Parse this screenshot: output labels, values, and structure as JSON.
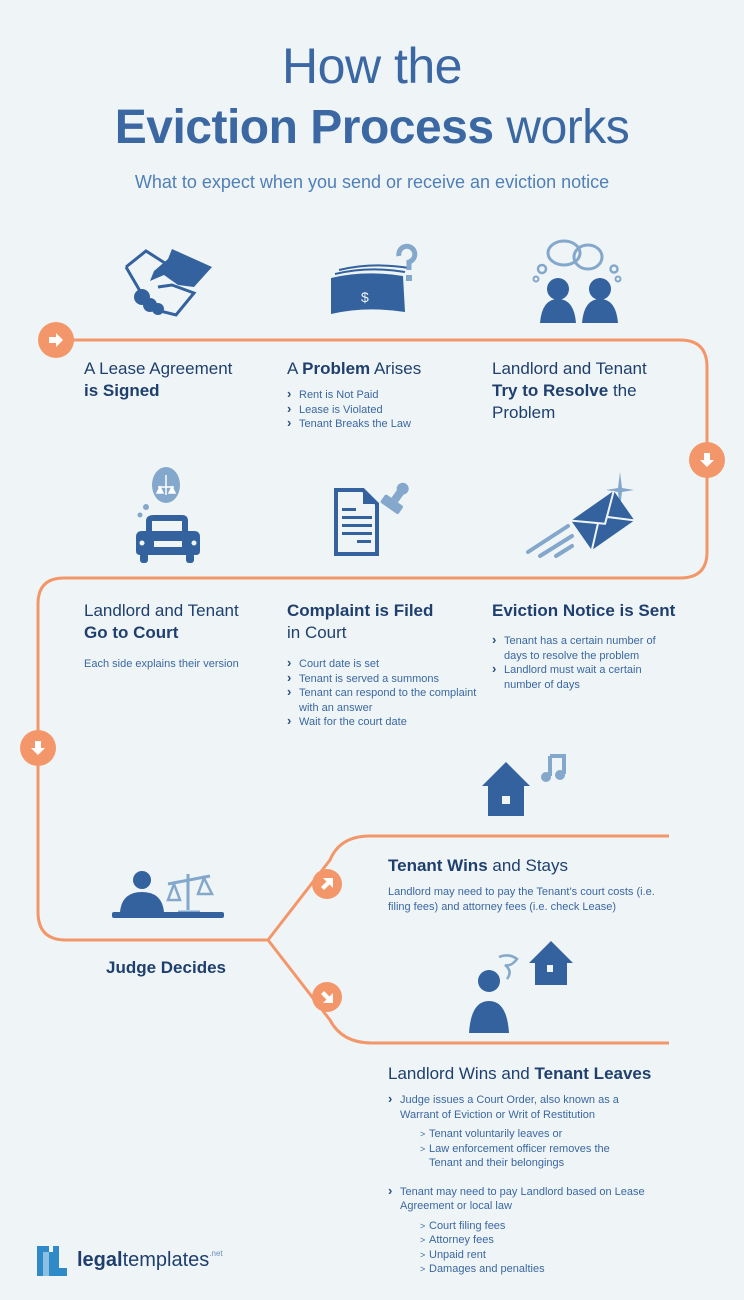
{
  "header": {
    "title_line1": "How the",
    "title_bold": "Eviction Process",
    "title_rest": "works",
    "subtitle": "What to expect when you send or receive an eviction notice"
  },
  "colors": {
    "background": "#eff5f6",
    "primary_blue": "#34629f",
    "dark_blue": "#1f3f6e",
    "light_blue": "#84a7cc",
    "orange_path": "#f3976b"
  },
  "steps": [
    {
      "icon": "handshake-icon",
      "title_pre": "A Lease Agreement",
      "title_bold": "is Signed",
      "title_post": "",
      "bullets": []
    },
    {
      "icon": "money-question-icon",
      "title_pre": "A",
      "title_bold": "Problem",
      "title_post": "Arises",
      "bullets": [
        "Rent is Not Paid",
        "Lease is Violated",
        "Tenant Breaks the Law"
      ]
    },
    {
      "icon": "two-people-talking-icon",
      "title_pre": "Landlord and Tenant",
      "title_bold": "Try to Resolve",
      "title_post": "the Problem",
      "bullets": []
    },
    {
      "icon": "envelope-sent-icon",
      "title_pre": "",
      "title_bold": "Eviction Notice is Sent",
      "title_post": "",
      "bullets": [
        "Tenant has a certain number of days to resolve the problem",
        "Landlord must wait a certain number of days"
      ]
    },
    {
      "icon": "document-stamp-icon",
      "title_pre": "",
      "title_bold": "Complaint is Filed",
      "title_post": "in Court",
      "bullets": [
        "Court date is set",
        "Tenant is served a summons",
        "Tenant can respond to the complaint with an answer",
        "Wait for the court date"
      ]
    },
    {
      "icon": "car-scales-icon",
      "title_pre": "Landlord and Tenant",
      "title_bold": "Go to Court",
      "title_post": "",
      "desc": "Each side explains their version"
    },
    {
      "icon": "judge-scales-icon",
      "title_bold": "Judge Decides"
    }
  ],
  "outcomes": {
    "tenant_wins": {
      "icon": "house-music-icon",
      "title_bold": "Tenant Wins",
      "title_post": "and Stays",
      "desc": "Landlord may need to pay the Tenant’s court costs (i.e. filing fees) and attorney fees (i.e. check Lease)"
    },
    "landlord_wins": {
      "icon": "person-house-confused-icon",
      "title_pre": "Landlord Wins and",
      "title_bold": "Tenant Leaves",
      "bullet1": "Judge issues a Court Order, also known as a Warrant of Eviction or Writ of Restitution",
      "bullet1_sub": [
        "Tenant voluntarily leaves or",
        "Law enforcement officer removes the Tenant and their belongings"
      ],
      "bullet2": "Tenant may need to pay Landlord based on Lease Agreement or local law",
      "bullet2_sub": [
        "Court filing fees",
        "Attorney fees",
        "Unpaid rent",
        "Damages and penalties"
      ]
    }
  },
  "logo": {
    "bold": "legal",
    "rest": "templates",
    "tld": ".net"
  }
}
